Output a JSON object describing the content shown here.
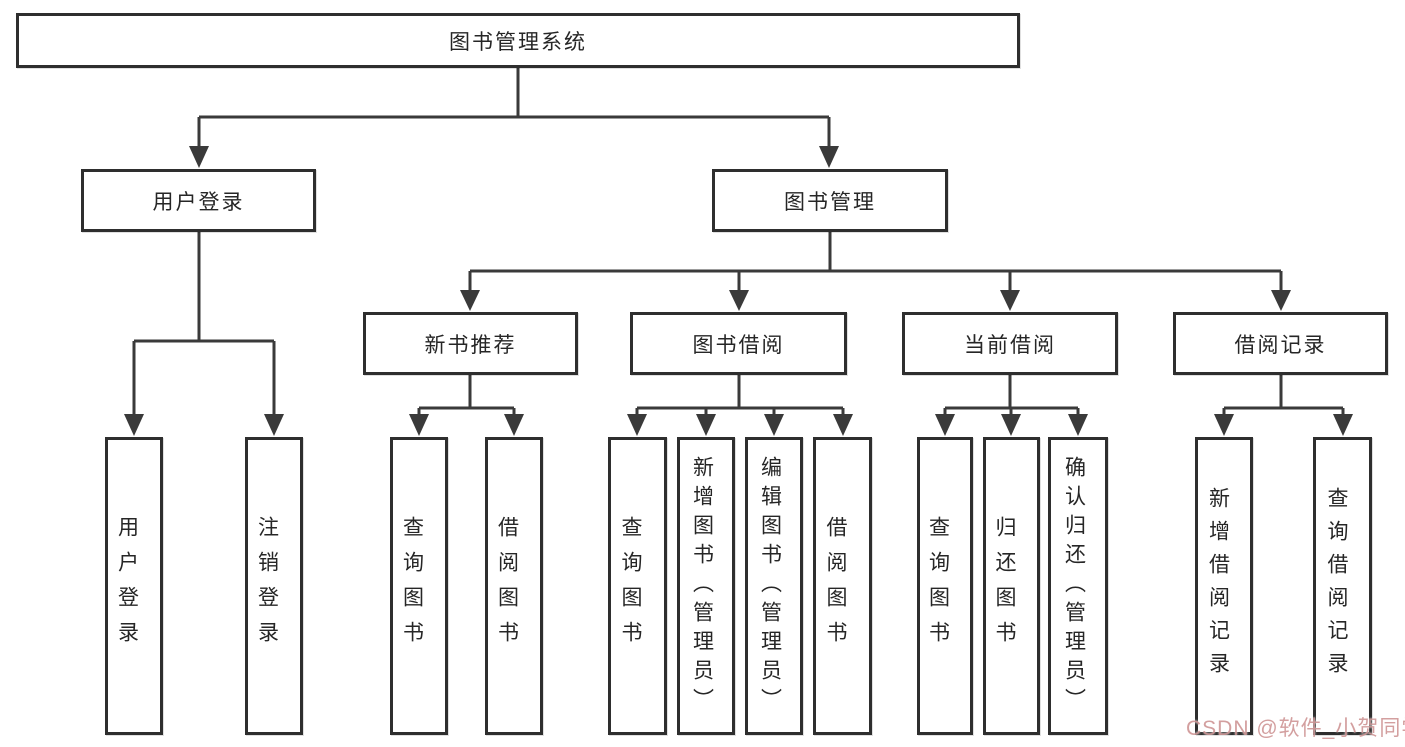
{
  "tree": {
    "root": {
      "label": "图书管理系统"
    },
    "branches": [
      {
        "label": "用户登录",
        "children": [
          {
            "label": "用户登录"
          },
          {
            "label": "注销登录"
          }
        ]
      },
      {
        "label": "图书管理",
        "children": [
          {
            "label": "新书推荐",
            "children": [
              {
                "label": "查询图书"
              },
              {
                "label": "借阅图书"
              }
            ]
          },
          {
            "label": "图书借阅",
            "children": [
              {
                "label": "查询图书"
              },
              {
                "label": "新增图书（管理员）"
              },
              {
                "label": "编辑图书（管理员）"
              },
              {
                "label": "借阅图书"
              }
            ]
          },
          {
            "label": "当前借阅",
            "children": [
              {
                "label": "查询图书"
              },
              {
                "label": "归还图书"
              },
              {
                "label": "确认归还（管理员）"
              }
            ]
          },
          {
            "label": "借阅记录",
            "children": [
              {
                "label": "新增借阅记录"
              },
              {
                "label": "查询借阅记录"
              }
            ]
          }
        ]
      }
    ]
  },
  "watermark": {
    "text": "CSDN @软件_小贺同学"
  },
  "colors": {
    "line": "#3a3a3a",
    "box_border": "#2e2e2e",
    "text": "#262626",
    "watermark": "#cb8e8e",
    "background": "#ffffff"
  }
}
